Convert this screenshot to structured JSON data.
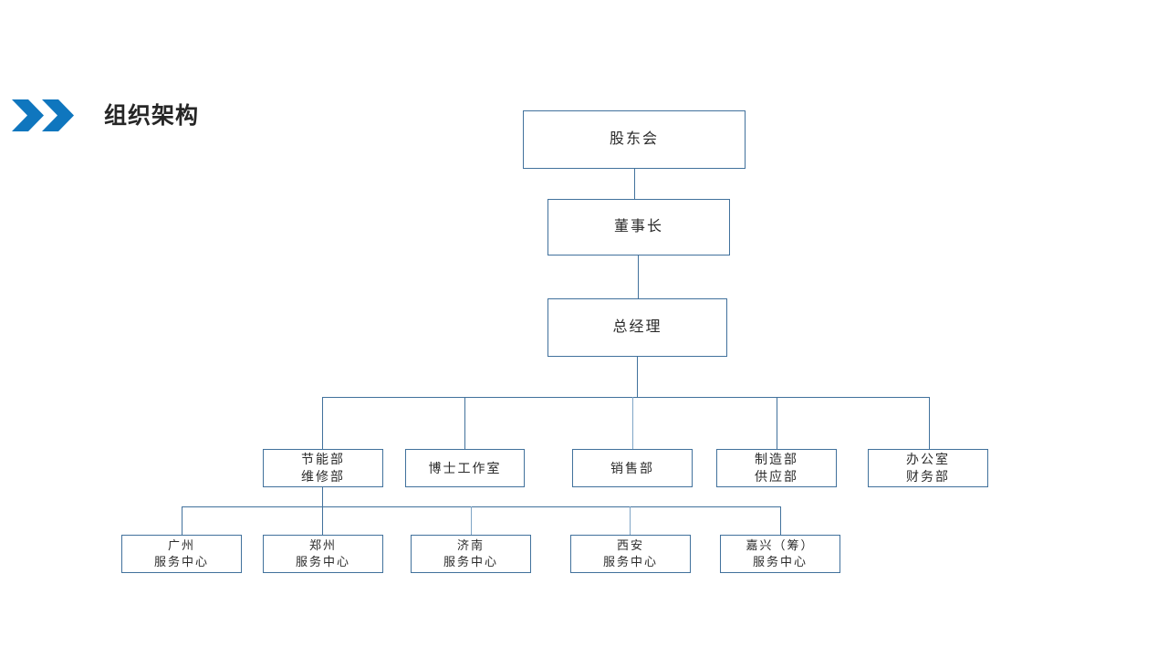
{
  "header": {
    "title": "组织架构",
    "chevron_icon": "double-chevron-right-icon",
    "accent_color": "#0F76BE",
    "title_color": "#262626"
  },
  "theme": {
    "box_border_color": "#41719C",
    "connector_color": "#41719C",
    "background_color": "#FFFFFF",
    "text_color": "#2B2B2B"
  },
  "chart_data": {
    "type": "org-chart",
    "title": "组织架构",
    "levels": [
      {
        "name": "shareholders",
        "nodes": [
          {
            "id": "n-shareholders",
            "line1": "股东会",
            "line2": ""
          }
        ]
      },
      {
        "name": "chairman",
        "nodes": [
          {
            "id": "n-chairman",
            "line1": "董事长",
            "line2": ""
          }
        ]
      },
      {
        "name": "general-manager",
        "nodes": [
          {
            "id": "n-general-manager",
            "line1": "总经理",
            "line2": ""
          }
        ]
      },
      {
        "name": "departments",
        "nodes": [
          {
            "id": "n-energy-maintenance",
            "line1": "节能部",
            "line2": "维修部"
          },
          {
            "id": "n-doctor-studio",
            "line1": "博士工作室",
            "line2": ""
          },
          {
            "id": "n-sales",
            "line1": "销售部",
            "line2": ""
          },
          {
            "id": "n-manufacturing-supply",
            "line1": "制造部",
            "line2": "供应部"
          },
          {
            "id": "n-office-finance",
            "line1": "办公室",
            "line2": "财务部"
          }
        ]
      },
      {
        "name": "service-centers",
        "nodes": [
          {
            "id": "n-guangzhou",
            "line1": "广州",
            "line2": "服务中心"
          },
          {
            "id": "n-zhengzhou",
            "line1": "郑州",
            "line2": "服务中心"
          },
          {
            "id": "n-jinan",
            "line1": "济南",
            "line2": "服务中心"
          },
          {
            "id": "n-xian",
            "line1": "西安",
            "line2": "服务中心"
          },
          {
            "id": "n-jiaxing",
            "line1": "嘉兴（筹）",
            "line2": "服务中心"
          }
        ]
      }
    ],
    "edges": [
      {
        "from": "n-shareholders",
        "to": "n-chairman"
      },
      {
        "from": "n-chairman",
        "to": "n-general-manager"
      },
      {
        "from": "n-general-manager",
        "to": "n-energy-maintenance"
      },
      {
        "from": "n-general-manager",
        "to": "n-doctor-studio"
      },
      {
        "from": "n-general-manager",
        "to": "n-sales"
      },
      {
        "from": "n-general-manager",
        "to": "n-manufacturing-supply"
      },
      {
        "from": "n-general-manager",
        "to": "n-office-finance"
      },
      {
        "from": "n-energy-maintenance",
        "to": "n-guangzhou"
      },
      {
        "from": "n-energy-maintenance",
        "to": "n-zhengzhou"
      },
      {
        "from": "n-energy-maintenance",
        "to": "n-jinan"
      },
      {
        "from": "n-energy-maintenance",
        "to": "n-xian"
      },
      {
        "from": "n-energy-maintenance",
        "to": "n-jiaxing"
      }
    ]
  }
}
